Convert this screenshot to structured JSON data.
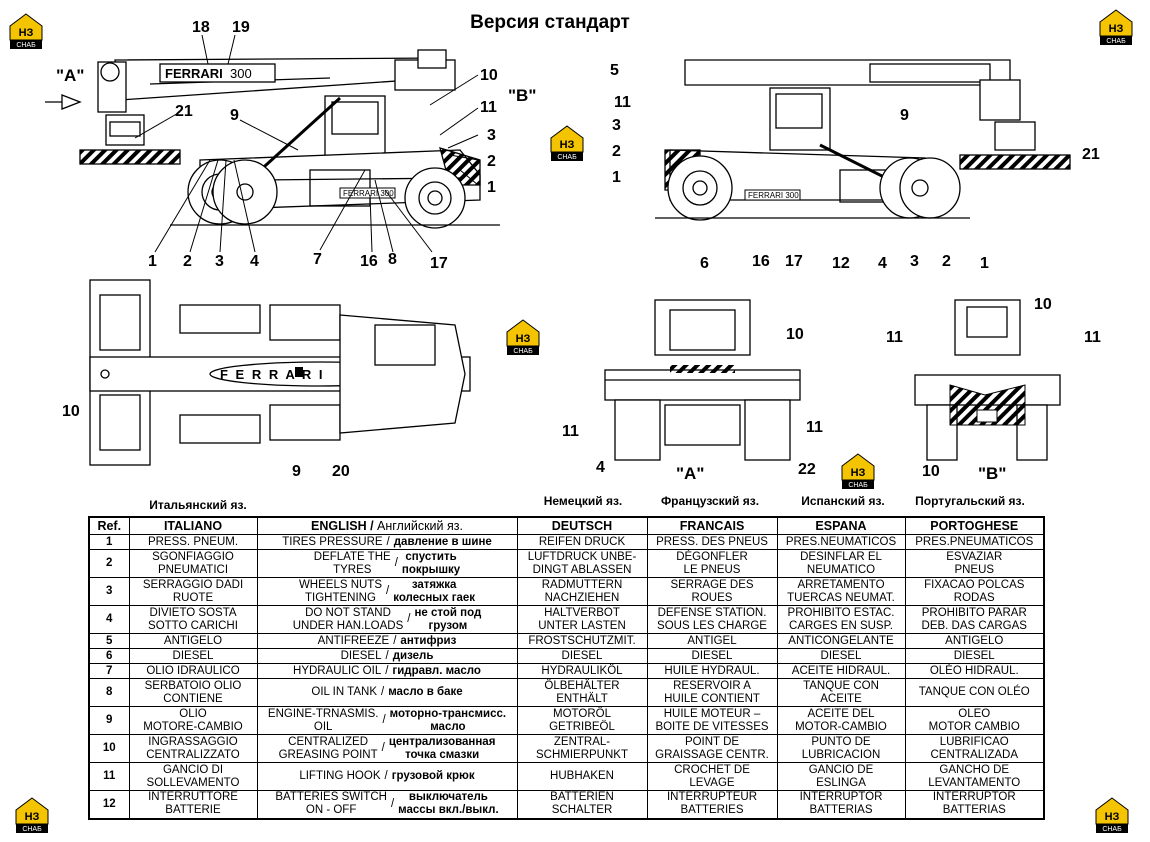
{
  "title": "Версия стандарт",
  "views": {
    "a_label": "\"A\"",
    "b_label": "\"B\"",
    "a_bottom": "\"A\"",
    "b_bottom": "\"B\""
  },
  "brand": {
    "plate": "FERRARI",
    "model": "300",
    "top_text": "F E R R A R I"
  },
  "logo_text": "НЗ",
  "logo_sub": "СНАБ",
  "callouts_side_left": [
    "18",
    "19",
    "10",
    "11",
    "3",
    "2",
    "1",
    "21",
    "9",
    "1",
    "2",
    "3",
    "4",
    "7",
    "16",
    "8",
    "17"
  ],
  "callouts_side_right": [
    "5",
    "11",
    "3",
    "2",
    "1",
    "9",
    "21",
    "6",
    "16",
    "17",
    "12",
    "4",
    "3",
    "2",
    "1"
  ],
  "callouts_top": [
    "10",
    "9",
    "20"
  ],
  "callouts_front": [
    "10",
    "11",
    "11",
    "4",
    "22"
  ],
  "callouts_rear": [
    "10",
    "11",
    "11",
    "10"
  ],
  "languages": {
    "it": "Итальянский яз.",
    "de": "Немецкий яз.",
    "fr": "Французский яз.",
    "es": "Испанский яз.",
    "pt": "Португальский яз."
  },
  "table": {
    "headers": [
      "Ref.",
      "ITALIANO",
      "ENGLISH",
      "Английский яз.",
      "DEUTSCH",
      "FRANCAIS",
      "ESPANA",
      "PORTOGHESE"
    ],
    "rows": [
      {
        "ref": "1",
        "it": "PRESS. PNEUM.",
        "en": "TIRES PRESSURE",
        "ru": "давление в шине",
        "de": "REIFEN DRUCK",
        "fr": "PRESS. DES PNEUS",
        "es": "PRES.NEUMATICOS",
        "pt": "PRES.PNEUMATICOS"
      },
      {
        "ref": "2",
        "it": "SGONFIAGGIO\nPNEUMATICI",
        "en": "DEFLATE THE\nTYRES",
        "ru": "спустить\nпокрышку",
        "de": "LUFTDRUCK UNBE-\nDINGT ABLASSEN",
        "fr": "DÉGONFLER\nLE PNEUS",
        "es": "DESINFLAR EL\nNEUMATICO",
        "pt": "ESVAZIAR\nPNEUS"
      },
      {
        "ref": "3",
        "it": "SERRAGGIO DADI\nRUOTE",
        "en": "WHEELS NUTS\nTIGHTENING",
        "ru": "затяжка\nколесных гаек",
        "de": "RADMUTTERN\nNACHZIEHEN",
        "fr": "SERRAGE DES\nROUES",
        "es": "ARRETAMENTO\nTUERCAS NEUMAT.",
        "pt": "FIXACAO POLCAS\nRODAS"
      },
      {
        "ref": "4",
        "it": "DIVIETO SOSTA\nSOTTO CARICHI",
        "en": "DO NOT STAND\nUNDER HAN.LOADS",
        "ru": "не стой под\nгрузом",
        "de": "HALTVERBOT\nUNTER LASTEN",
        "fr": "DEFENSE STATION.\nSOUS LES CHARGE",
        "es": "PROHIBITO ESTAC.\nCARGES EN SUSP.",
        "pt": "PROHIBITO PARAR\nDEB. DAS CARGAS"
      },
      {
        "ref": "5",
        "it": "ANTIGELO",
        "en": "ANTIFREEZE",
        "ru": "антифриз",
        "de": "FROSTSCHUTZMIT.",
        "fr": "ANTIGEL",
        "es": "ANTICONGELANTE",
        "pt": "ANTIGELO"
      },
      {
        "ref": "6",
        "it": "DIESEL",
        "en": "DIESEL",
        "ru": "дизель",
        "de": "DIESEL",
        "fr": "DIESEL",
        "es": "DIESEL",
        "pt": "DIESEL"
      },
      {
        "ref": "7",
        "it": "OLIO IDRAULICO",
        "en": "HYDRAULIC OIL",
        "ru": "гидравл. масло",
        "de": "HYDRAULIKÖL",
        "fr": "HUILE HYDRAUL.",
        "es": "ACEITE HIDRAUL.",
        "pt": "OLÉO HIDRAUL."
      },
      {
        "ref": "8",
        "it": "SERBATOIO OLIO\nCONTIENE",
        "en": "OIL IN TANK",
        "ru": "масло в баке",
        "de": "ÖLBEHÄLTER\nENTHÄLT",
        "fr": "RESERVOIR A\nHUILE CONTIENT",
        "es": "TANQUE CON\nACEITE",
        "pt": "TANQUE CON OLÉO"
      },
      {
        "ref": "9",
        "it": "OLIO\nMOTORE-CAMBIO",
        "en": "ENGINE-TRNASMIS.\nOIL",
        "ru": "моторно-трансмисс.\nмасло",
        "de": "MOTORÖL\nGETRIBEÖL",
        "fr": "HUILE MOTEUR –\nBOITE DE VITESSES",
        "es": "ACEITE DEL\nMOTOR-CAMBIO",
        "pt": "OLEO\nMOTOR CAMBIO"
      },
      {
        "ref": "10",
        "it": "INGRASSAGGIO\nCENTRALIZZATO",
        "en": "CENTRALIZED\nGREASING POINT",
        "ru": "централизованная\nточка смазки",
        "de": "ZENTRAL-\nSCHMIERPUNKT",
        "fr": "POINT DE\nGRAISSAGE CENTR.",
        "es": "PUNTO DE\nLUBRICACION",
        "pt": "LUBRIFICAO\nCENTRALIZADA"
      },
      {
        "ref": "11",
        "it": "GANCIO DI\nSOLLEVAMENTO",
        "en": "LIFTING HOOK",
        "ru": "грузовой крюк",
        "de": "HUBHAKEN",
        "fr": "CROCHET DE\nLEVAGE",
        "es": "GANCIO DE\nESLINGA",
        "pt": "GANCHO DE\nLEVANTAMENTO"
      },
      {
        "ref": "12",
        "it": "INTERRUTTORE\nBATTERIE",
        "en": "BATTERIES SWITCH\nON - OFF",
        "ru": "выключатель\nмассы вкл./выкл.",
        "de": "BATTERIEN\nSCHALTER",
        "fr": "INTERRUPTEUR\nBATTERIES",
        "es": "INTERRUPTOR\nBATTERIAS",
        "pt": "INTERRUPTOR\nBATTERIAS"
      }
    ]
  }
}
